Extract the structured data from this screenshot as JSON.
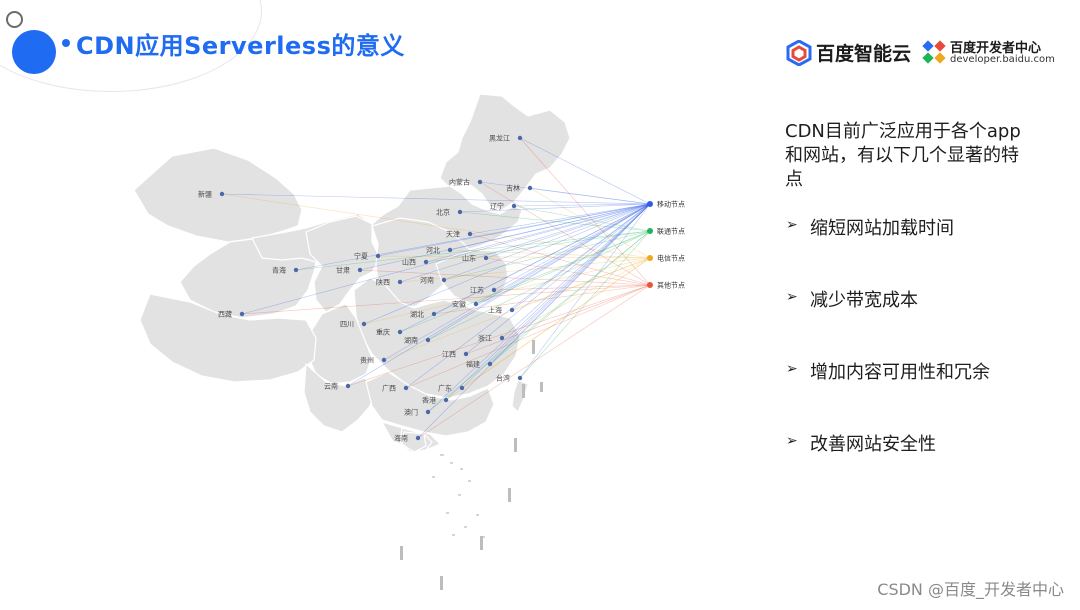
{
  "slide": {
    "title": "CDN应用Serverless的意义",
    "intro": "CDN目前广泛应用于各个app和网站，有以下几个显著的特点",
    "points": [
      "缩短网站加载时间",
      "减少带宽成本",
      "增加内容可用性和冗余",
      "改善网站安全性"
    ],
    "arrow_glyph": "➢",
    "accent_color": "#1f6bf2"
  },
  "logos": {
    "cloud_name": "百度智能云",
    "dev_name": "百度开发者中心",
    "dev_url": "developer.baidu.com"
  },
  "map": {
    "provinces": [
      "黑龙江",
      "吉林",
      "辽宁",
      "内蒙古",
      "新疆",
      "北京",
      "天津",
      "河北",
      "山西",
      "山东",
      "宁夏",
      "青海",
      "甘肃",
      "陕西",
      "河南",
      "江苏",
      "上海",
      "安徽",
      "湖北",
      "四川",
      "重庆",
      "西藏",
      "浙江",
      "湖南",
      "江西",
      "贵州",
      "福建",
      "云南",
      "广东",
      "台湾",
      "广西",
      "香港",
      "澳门",
      "海南"
    ],
    "legend": [
      {
        "label": "移动节点",
        "color": "#2f5be8"
      },
      {
        "label": "联通节点",
        "color": "#1fb45a"
      },
      {
        "label": "电信节点",
        "color": "#f0a81e"
      },
      {
        "label": "其他节点",
        "color": "#e8543a"
      }
    ]
  },
  "watermark": "CSDN @百度_开发者中心"
}
